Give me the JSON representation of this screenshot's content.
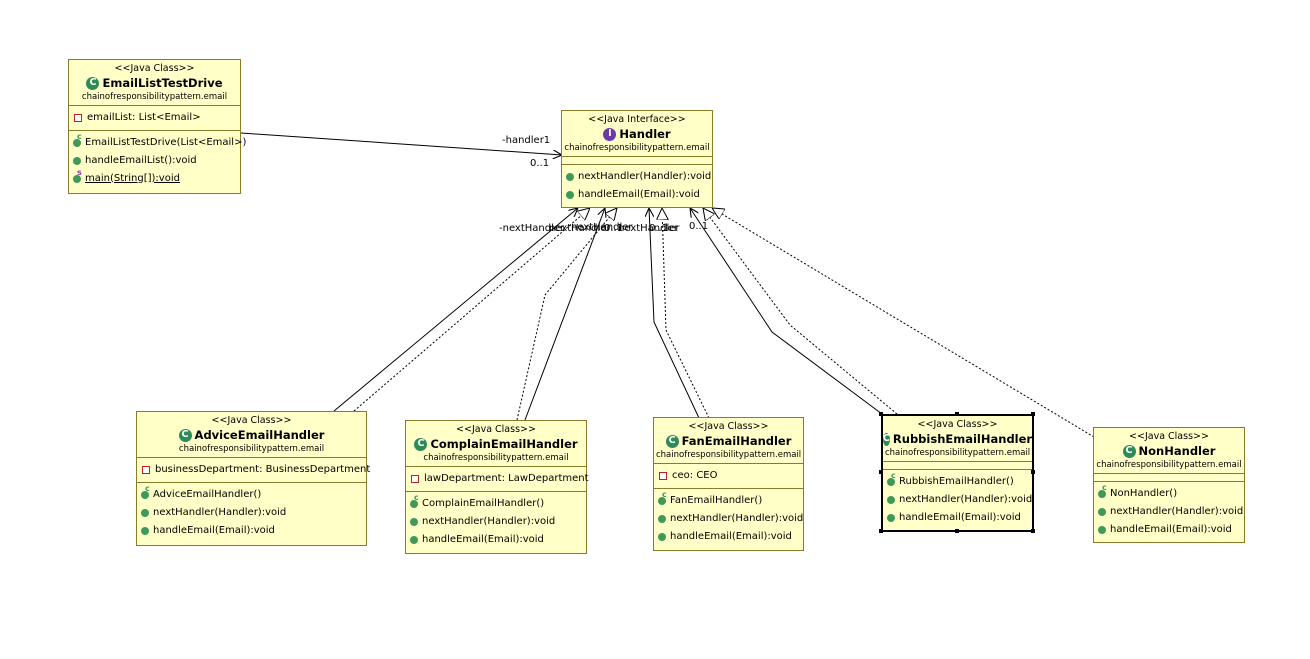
{
  "classes": {
    "email_list_test_drive": {
      "stereotype": "<<Java Class>>",
      "name": "EmailListTestDrive",
      "package": "chainofresponsibilitypattern.email",
      "field": "emailList: List<Email>",
      "methods": [
        "EmailListTestDrive(List<Email>)",
        "handleEmailList():void",
        "main(String[]):void"
      ]
    },
    "handler": {
      "stereotype": "<<Java Interface>>",
      "name": "Handler",
      "package": "chainofresponsibilitypattern.email",
      "methods": [
        "nextHandler(Handler):void",
        "handleEmail(Email):void"
      ]
    },
    "advice_email_handler": {
      "stereotype": "<<Java Class>>",
      "name": "AdviceEmailHandler",
      "package": "chainofresponsibilitypattern.email",
      "field": "businessDepartment: BusinessDepartment",
      "methods": [
        "AdviceEmailHandler()",
        "nextHandler(Handler):void",
        "handleEmail(Email):void"
      ]
    },
    "complain_email_handler": {
      "stereotype": "<<Java Class>>",
      "name": "ComplainEmailHandler",
      "package": "chainofresponsibilitypattern.email",
      "field": "lawDepartment: LawDepartment",
      "methods": [
        "ComplainEmailHandler()",
        "nextHandler(Handler):void",
        "handleEmail(Email):void"
      ]
    },
    "fan_email_handler": {
      "stereotype": "<<Java Class>>",
      "name": "FanEmailHandler",
      "package": "chainofresponsibilitypattern.email",
      "field": "ceo: CEO",
      "methods": [
        "FanEmailHandler()",
        "nextHandler(Handler):void",
        "handleEmail(Email):void"
      ]
    },
    "rubbish_email_handler": {
      "stereotype": "<<Java Class>>",
      "name": "RubbishEmailHandler",
      "package": "chainofresponsibilitypattern.email",
      "methods": [
        "RubbishEmailHandler()",
        "nextHandler(Handler):void",
        "handleEmail(Email):void"
      ]
    },
    "non_handler": {
      "stereotype": "<<Java Class>>",
      "name": "NonHandler",
      "package": "chainofresponsibilitypattern.email",
      "methods": [
        "NonHandler()",
        "nextHandler(Handler):void",
        "handleEmail(Email):void"
      ]
    }
  },
  "associations": {
    "handler1_role": "-handler1",
    "handler1_mult": "0..1",
    "next_handler_role": "-nextHandler",
    "overlap_roles": [
      "nextHandler",
      "nextHandler",
      "0..1",
      "nextHandler",
      "0..1"
    ],
    "next_handler_tail_role": "ler",
    "next_handler_mult": "0..1"
  },
  "icons": {
    "class_icon": "class-c-icon",
    "interface_icon": "interface-i-icon",
    "public_method_icon": "public-method-dot-icon",
    "private_field_icon": "private-field-square-icon"
  },
  "colors": {
    "class_fill": "#ffffc7",
    "class_border": "#8a7a2a",
    "class_badge": "#2e8b57",
    "interface_badge": "#6a3aa8",
    "private_field": "#bb2222"
  }
}
